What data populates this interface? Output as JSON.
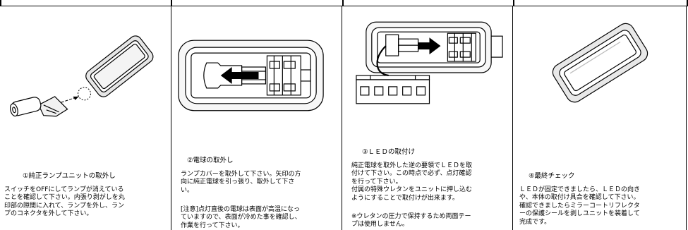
{
  "steps": [
    {
      "title": "①純正ランプユニットの取外し",
      "description": "スイッチをOFFにしてランプが消えている\nことを確認して下さい。内張り剥がしを丸\n印部の隙間に入れて、ランプを外し、ラン\nプのコネクタを外して下さい。",
      "note": ""
    },
    {
      "title": "②電球の取外し",
      "description": "ランプカバーを取外して下さい。矢印の方\n向に純正電球を引っ張り、取外して下さ\nい。",
      "note": "[注意]点灯直後の電球は表面が高温になっ\nていますので、表面が冷めた事を確認し、\n作業を行って下さい。"
    },
    {
      "title": "③ＬＥＤの取付け",
      "description": "純正電球を取外した逆の要領でＬＥＤを取\n付けて下さい。この時点で必ず、点灯確認\nを行って下さい。\n付属の特殊ウレタンをユニットに押し込む\nようにすることで取付けが出来ます。",
      "note": "※ウレタンの圧力で保持するため両面テー\nプは使用しません。"
    },
    {
      "title": "④最終チェック",
      "description": "ＬＥＤが固定できましたら、ＬＥＤの向き\nや、本体の取付け具合を確認して下さい。\n確認できましたらミラーコートリフレクタ\nーの保護シールを剥しユニットを装着して\n完成です。",
      "note": ""
    }
  ],
  "icons": [
    "lamp-unit-removal-icon",
    "bulb-removal-icon",
    "led-install-icon",
    "final-lamp-icon"
  ]
}
